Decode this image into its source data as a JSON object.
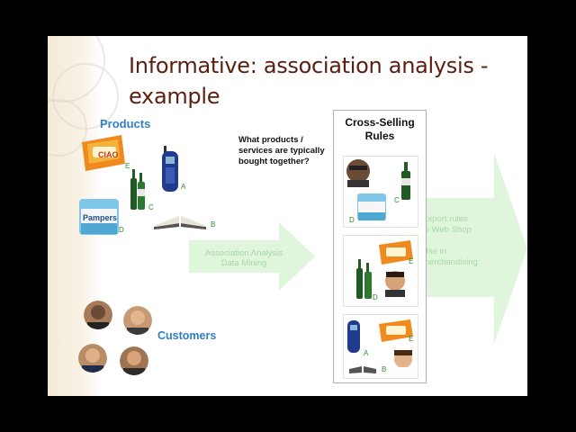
{
  "slide": {
    "title_line1": "Informative:  association analysis -",
    "title_line2": "example",
    "products_label": "Products",
    "customers_label": "Customers",
    "question": "What products / services are typically bought together?",
    "items": {
      "E": "E",
      "A": "A",
      "C": "C",
      "B": "B",
      "D": "D"
    },
    "product_packs": {
      "ciao": "CIAO",
      "pampers": "Pampers"
    },
    "analysis_arrow": {
      "line1": "Association Analysis",
      "line2": "Data Mining"
    },
    "rules_box": {
      "title_line1": "Cross-Selling",
      "title_line2": "Rules",
      "rule1": {
        "left": "D",
        "right": "C"
      },
      "rule2": {
        "left": "D",
        "right": "E"
      },
      "rule3": {
        "left": "A",
        "mid": "B",
        "right": "E"
      }
    },
    "output_arrow": {
      "line1": "Export rules",
      "line2": "to Web Shop",
      "line3": "Use in",
      "line4": "merchandising"
    },
    "colors": {
      "title": "#5a1f10",
      "accent_blue": "#2f7fc5",
      "arrow_green": "#dff5dc",
      "arrow_text": "#a8d8a4"
    }
  }
}
